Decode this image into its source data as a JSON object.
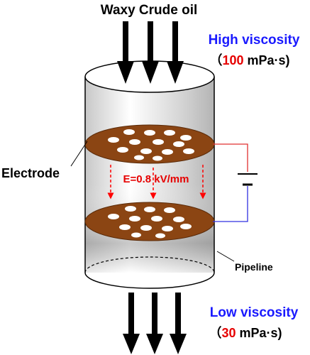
{
  "title": "Waxy Crude oil",
  "inlet": {
    "label": "High viscosity",
    "value_open": "（",
    "value": "100",
    "value_unit": " mPa·s)"
  },
  "outlet": {
    "label": "Low viscosity",
    "value_open": "（",
    "value": "30",
    "value_unit": " mPa·s)"
  },
  "electrode_label": "Electrode",
  "field_label": "E=0.8 kV/mm",
  "pipeline_label": "Pipeline",
  "colors": {
    "label_blue": "#1a1aff",
    "value_red": "#e60000",
    "electrode_brown": "#8b4513",
    "field_arrow": "#ff0000",
    "wire_red": "#e03030",
    "wire_blue": "#3030e0",
    "text": "#000000"
  },
  "icons": [
    "flow-arrow-icon",
    "battery-icon"
  ]
}
